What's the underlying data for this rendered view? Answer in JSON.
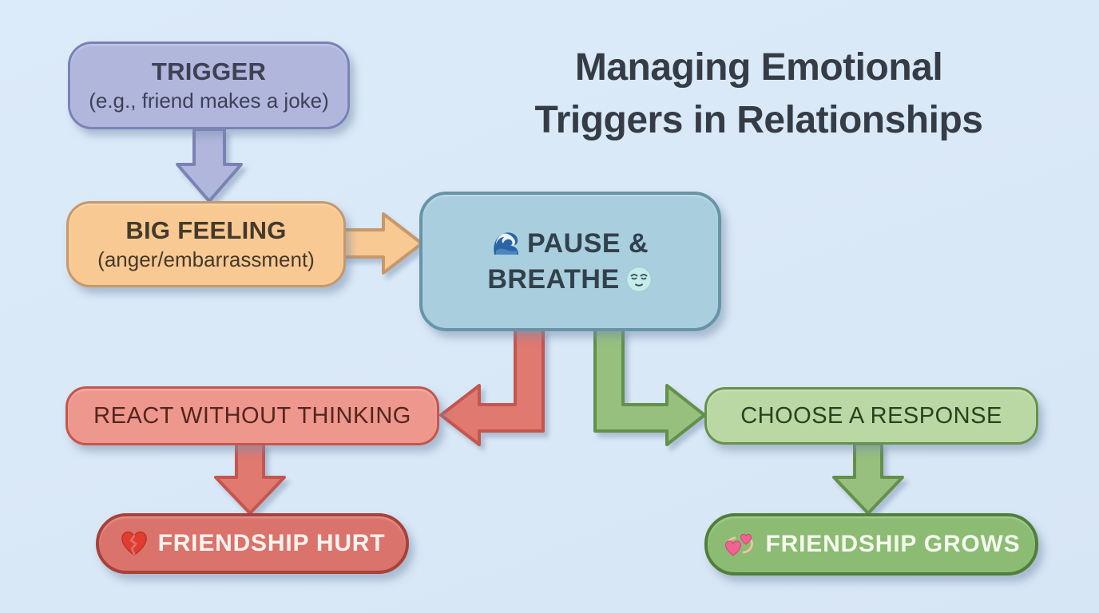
{
  "title": {
    "line1": "Managing Emotional",
    "line2": "Triggers in Relationships"
  },
  "nodes": {
    "trigger": {
      "title": "TRIGGER",
      "subtitle": "(e.g., friend makes a joke)",
      "fill": "#b1b6dd",
      "border": "#7a82b5",
      "text_color": "#3c4254"
    },
    "big_feeling": {
      "title": "BIG FEELING",
      "subtitle": "(anger/embarrassment)",
      "fill": "#f8c992",
      "border": "#c6986a",
      "text_color": "#44392b"
    },
    "pause_breathe": {
      "line1": "PAUSE &",
      "line2": "BREATHE",
      "icon_before": "wave-icon",
      "icon_after": "relieved-face-icon",
      "fill": "#a9cede",
      "border": "#6794a7",
      "text_color": "#31414b"
    },
    "react": {
      "label": "REACT WITHOUT THINKING",
      "fill": "#ee978d",
      "border": "#c4564e",
      "text_color": "#53251f"
    },
    "choose": {
      "label": "CHOOSE A RESPONSE",
      "fill": "#b9d8a3",
      "border": "#66914c",
      "text_color": "#27421f"
    },
    "hurt": {
      "label": "FRIENDSHIP HURT",
      "icon": "broken-heart-icon",
      "fill": "#d9736b",
      "border": "#a84139",
      "text_color": "#fdf3ef"
    },
    "grows": {
      "label": "FRIENDSHIP GROWS",
      "icon": "revolving-hearts-icon",
      "fill": "#8cbb73",
      "border": "#4f8039",
      "text_color": "#f4f9ee"
    }
  },
  "connections": [
    {
      "from": "trigger",
      "to": "big_feeling",
      "color": "#b1b6dd"
    },
    {
      "from": "big_feeling",
      "to": "pause_breathe",
      "color": "#f8c992"
    },
    {
      "from": "pause_breathe",
      "to": "react",
      "color": "#e0796f"
    },
    {
      "from": "pause_breathe",
      "to": "choose",
      "color": "#97c07e"
    },
    {
      "from": "react",
      "to": "hurt",
      "color": "#e0796f"
    },
    {
      "from": "choose",
      "to": "grows",
      "color": "#97c07e"
    }
  ],
  "colors": {
    "background": "#d9e7f6",
    "title_text": "#353c45"
  }
}
